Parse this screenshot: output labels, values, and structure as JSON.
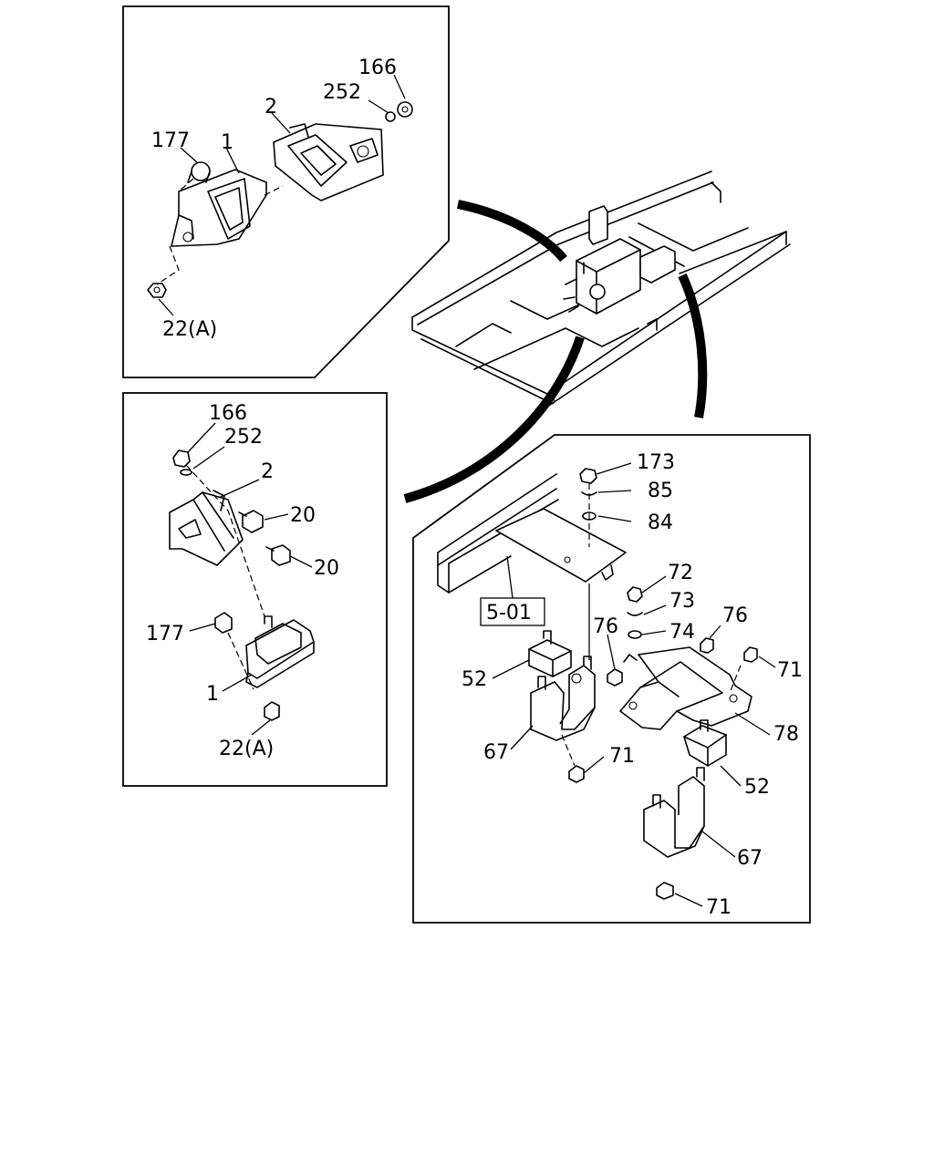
{
  "diagram": {
    "top_left_panel": {
      "labels": [
        "166",
        "252",
        "2",
        "177",
        "1",
        "22(A)"
      ]
    },
    "middle_left_panel": {
      "labels": [
        "166",
        "252",
        "2",
        "20",
        "20",
        "177",
        "1",
        "22(A)"
      ]
    },
    "right_panel": {
      "reference_box": "5-01",
      "labels": [
        "173",
        "85",
        "84",
        "72",
        "73",
        "76",
        "74",
        "76",
        "71",
        "52",
        "78",
        "67",
        "71",
        "52",
        "67",
        "71"
      ]
    }
  }
}
